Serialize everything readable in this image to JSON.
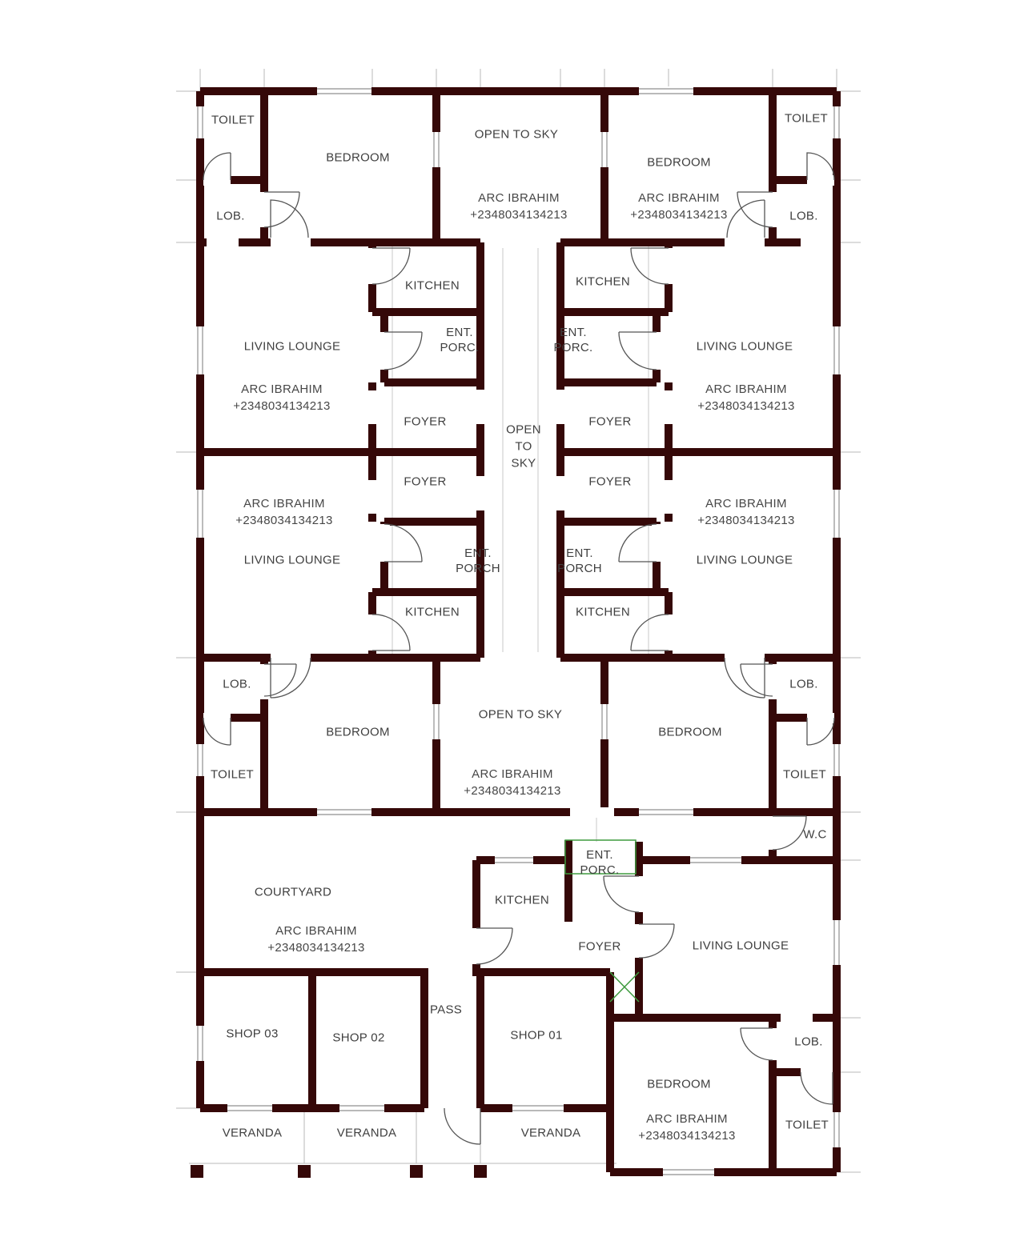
{
  "drawing": {
    "type": "architectural-floor-plan",
    "description": "Multi-unit residential floor plan with shops and verandas"
  },
  "labels": {
    "toilet": "TOILET",
    "bedroom": "BEDROOM",
    "lobby": "LOB.",
    "open_to_sky": "OPEN TO SKY",
    "open": "OPEN",
    "to": "TO",
    "sky": "SKY",
    "kitchen": "KITCHEN",
    "ent": "ENT.",
    "porc": "PORC.",
    "porch": "PORCH",
    "living_lounge": "LIVING LOUNGE",
    "foyer": "FOYER",
    "courtyard": "COURTYARD",
    "wc": "W.C",
    "pass": "PASS",
    "shop_01": "SHOP 01",
    "shop_02": "SHOP 02",
    "shop_03": "SHOP 03",
    "veranda": "VERANDA"
  },
  "watermark": {
    "name": "ARC IBRAHIM",
    "phone": "+2348034134213"
  },
  "colors": {
    "wall": "#350808",
    "thin_line": "#b8b8b8",
    "window_line": "#8f8f8f",
    "text": "#3f3f3f",
    "accent_green": "#3f9b3f"
  }
}
